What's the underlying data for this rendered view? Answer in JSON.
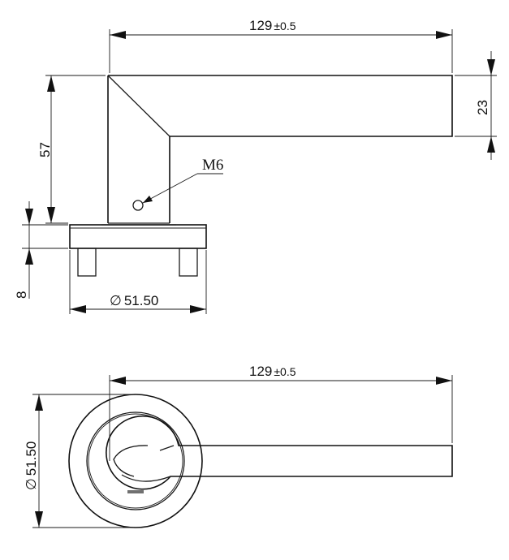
{
  "side_view": {
    "length_label": "129",
    "length_tol": "±0.5",
    "thickness_label": "23",
    "height_label": "57",
    "screw_label": "M6",
    "rose_depth_label": "8",
    "rose_diameter_label": "51.50",
    "diameter_symbol": "∅"
  },
  "top_view": {
    "length_label": "129",
    "length_tol": "±0.5",
    "rose_diameter_label": "51.50",
    "diameter_symbol": "∅"
  }
}
